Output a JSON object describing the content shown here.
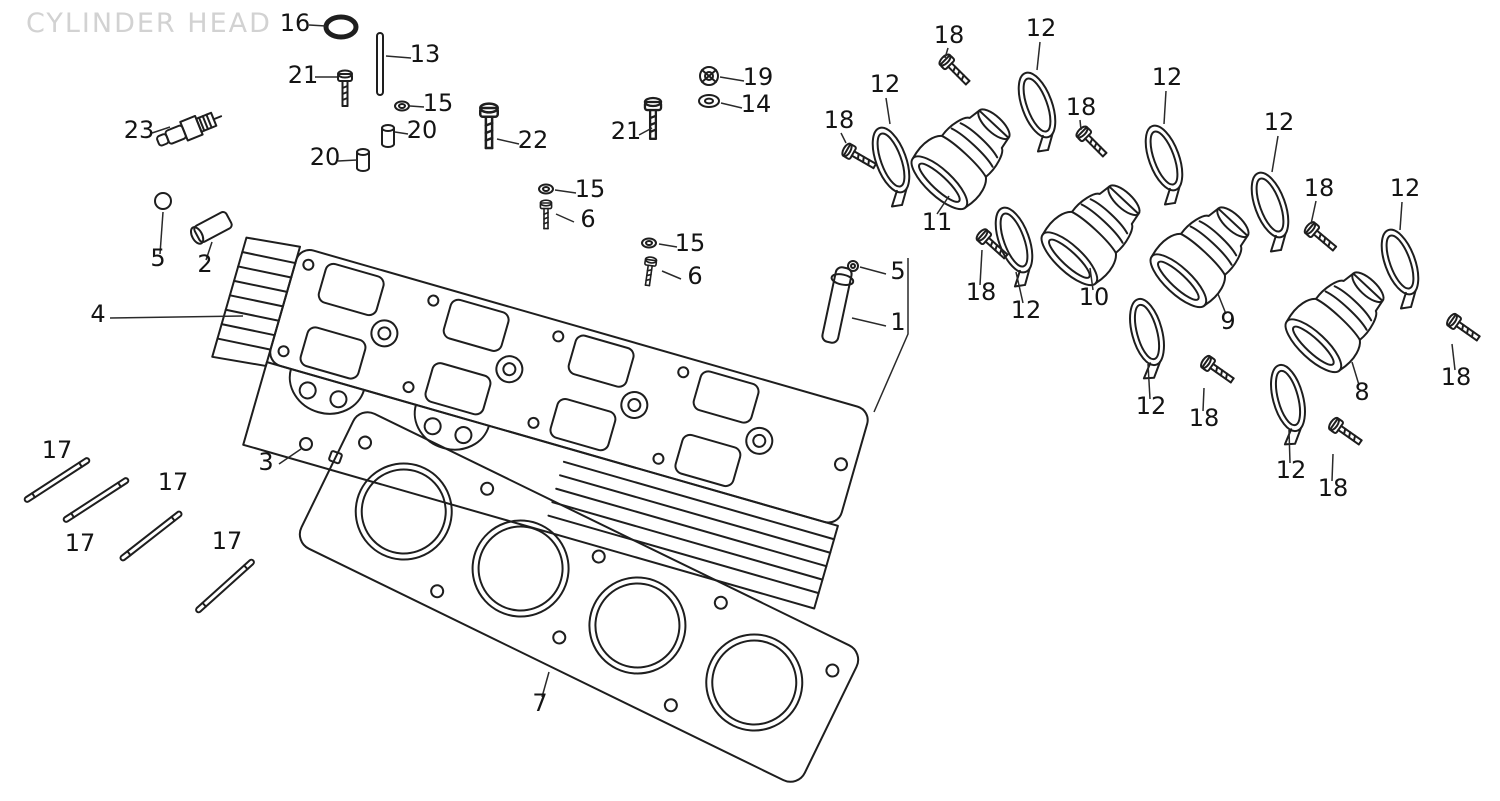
{
  "diagram": {
    "title": "CYLINDER HEAD",
    "ink_color": "#1e1e1e",
    "title_color": "#d2d2d2",
    "background": "#ffffff",
    "callouts": [
      "16",
      "13",
      "21",
      "15",
      "20",
      "20",
      "23",
      "22",
      "19",
      "14",
      "21",
      "15",
      "6",
      "15",
      "6",
      "5",
      "2",
      "4",
      "1",
      "5",
      "3",
      "17",
      "17",
      "17",
      "17",
      "7",
      "18",
      "12",
      "12",
      "18",
      "18",
      "11",
      "12",
      "12",
      "18",
      "12",
      "18",
      "12",
      "10",
      "9",
      "8",
      "12",
      "18",
      "12",
      "18",
      "18"
    ]
  }
}
